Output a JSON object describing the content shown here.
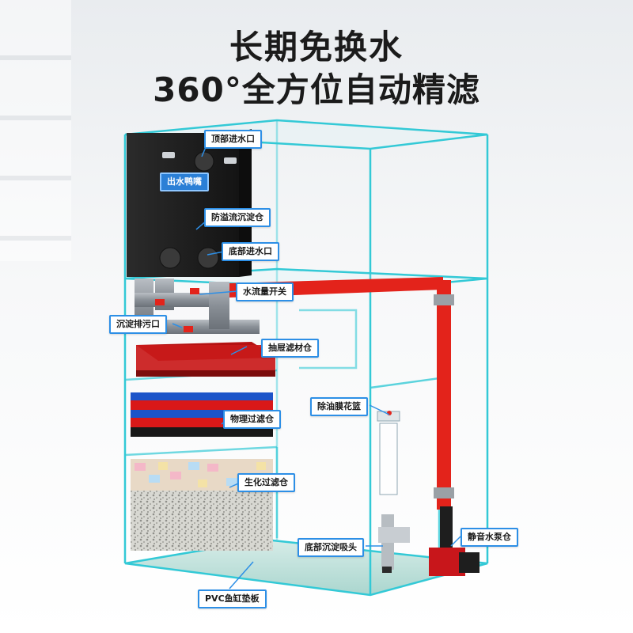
{
  "headline": {
    "line1": "长期免换水",
    "line2": "360°全方位自动精滤"
  },
  "labels": {
    "top_inlet": "顶部进水口",
    "outlet_nozzle": "出水鸭嘴",
    "overflow_settling": "防溢流沉淀仓",
    "bottom_inlet": "底部进水口",
    "flow_switch": "水流量开关",
    "settling_drain": "沉淀排污口",
    "drawer_media": "抽屉滤材仓",
    "oil_film_basket": "除油膜花篮",
    "physical_filter": "物理过滤仓",
    "bio_filter": "生化过滤仓",
    "bottom_suction": "底部沉淀吸头",
    "silent_pump": "静音水泵仓",
    "pvc_pad": "PVC鱼缸垫板"
  },
  "colors": {
    "glass_edge": "#33c9d6",
    "pipe_red": "#e3231b",
    "callout_border": "#2d8fe6",
    "sump_box": "#1f1f1f"
  }
}
